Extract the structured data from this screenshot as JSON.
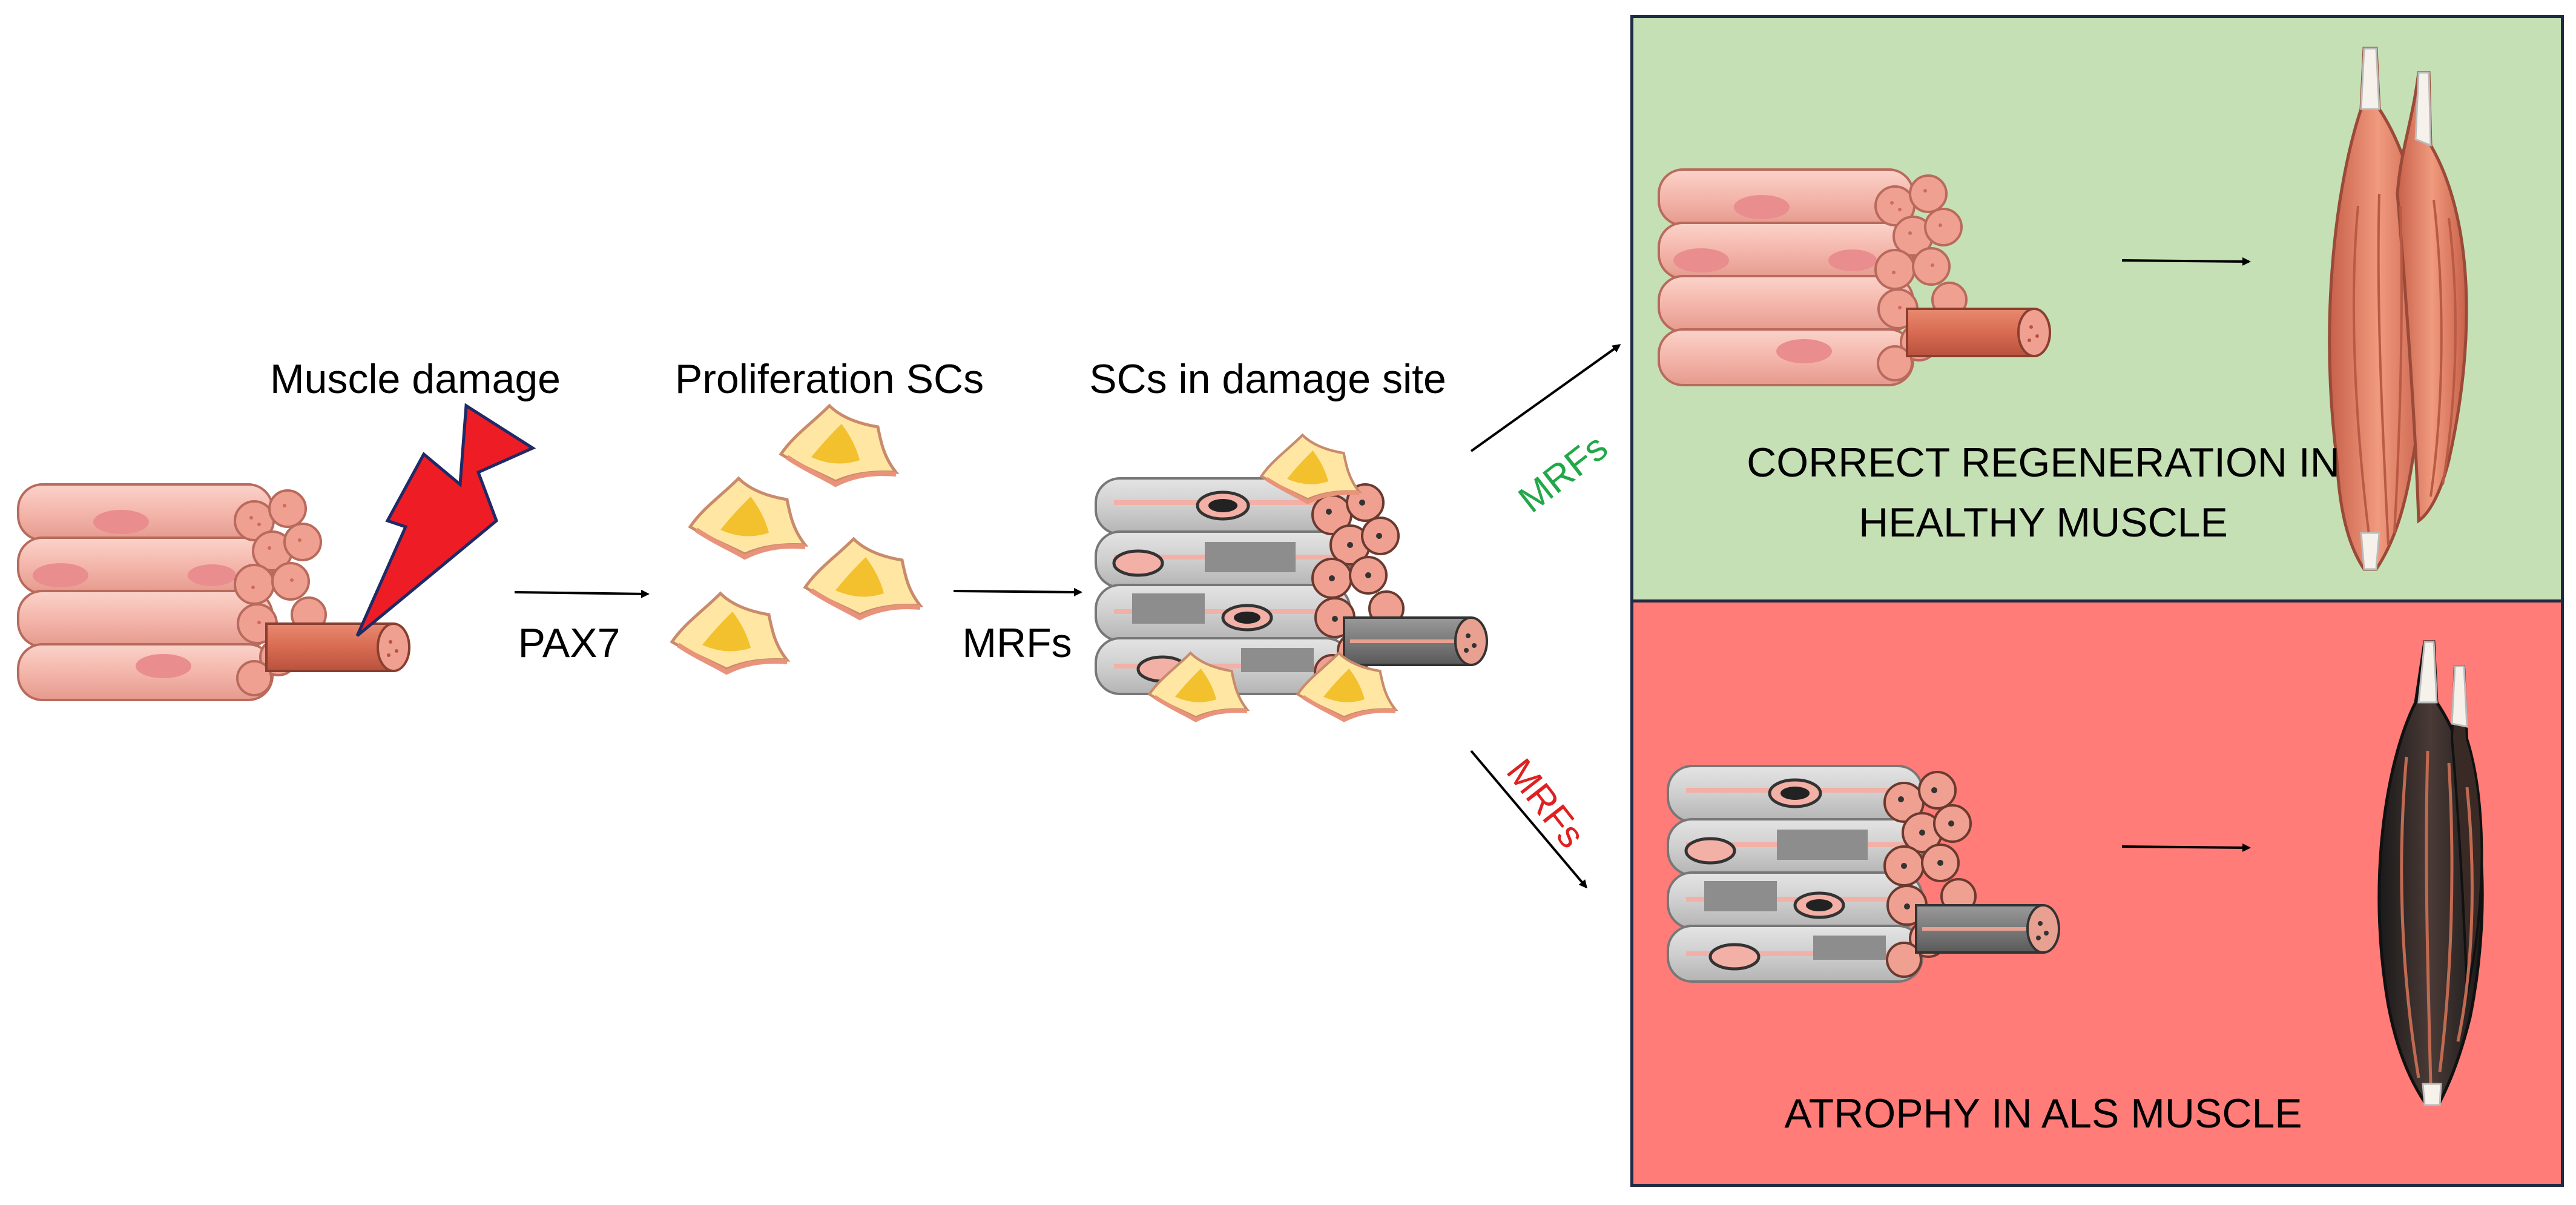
{
  "steps": {
    "damage_title": "Muscle damage",
    "proliferation_title": "Proliferation SCs",
    "site_title": "SCs in damage site",
    "arrow1_label": "PAX7",
    "arrow2_label": "MRFs"
  },
  "outcomes": {
    "healthy": {
      "arrow_label": "MRFs",
      "arrow_label_color": "#22a84a",
      "text_line1": "CORRECT REGENERATION IN",
      "text_line2": "HEALTHY MUSCLE",
      "background": "#c5e0b4"
    },
    "als": {
      "arrow_label": "MRFs",
      "arrow_label_color": "#e02020",
      "text_line1": "ATROPHY IN ALS MUSCLE",
      "background": "#ff7c78"
    }
  },
  "colors": {
    "muscle_pink": "#f4b6ab",
    "muscle_dark": "#c9705e",
    "gray_fiber": "#c8c8c8",
    "cell_yellow": "#ffe394",
    "lightning": "#ee1c24",
    "panel_border": "#1f2a44"
  }
}
